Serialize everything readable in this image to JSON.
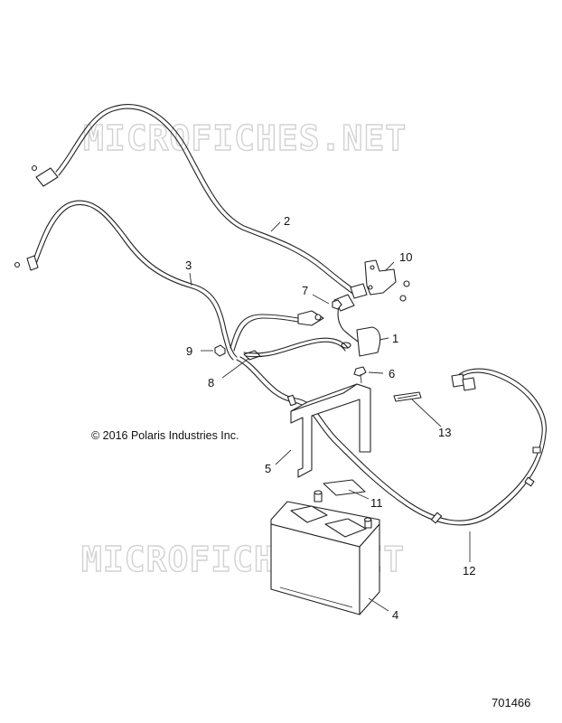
{
  "watermark": {
    "text": "MICROFICHES.NET"
  },
  "copyright": "© 2016 Polaris Industries Inc.",
  "figure_number": "701466",
  "callouts": [
    {
      "id": "1",
      "label": "1"
    },
    {
      "id": "2",
      "label": "2"
    },
    {
      "id": "3",
      "label": "3"
    },
    {
      "id": "4",
      "label": "4"
    },
    {
      "id": "5",
      "label": "5"
    },
    {
      "id": "6",
      "label": "6"
    },
    {
      "id": "7",
      "label": "7"
    },
    {
      "id": "8",
      "label": "8"
    },
    {
      "id": "9",
      "label": "9"
    },
    {
      "id": "10",
      "label": "10"
    },
    {
      "id": "11",
      "label": "11"
    },
    {
      "id": "12",
      "label": "12"
    },
    {
      "id": "13",
      "label": "13"
    }
  ]
}
